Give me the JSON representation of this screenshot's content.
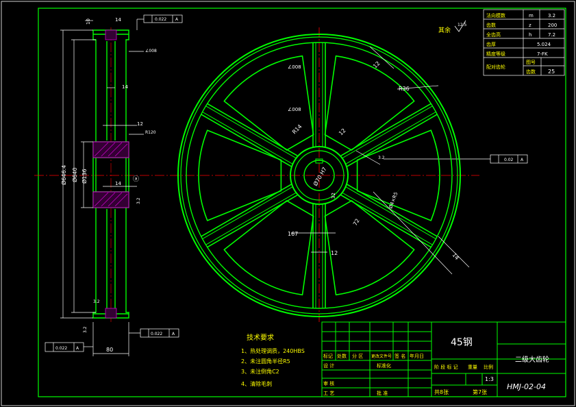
{
  "params": {
    "rows": [
      {
        "label": "法向模数",
        "sym": "m",
        "val": "3.2"
      },
      {
        "label": "齿数",
        "sym": "z",
        "val": "200"
      },
      {
        "label": "全齿高",
        "sym": "h",
        "val": "7.2"
      },
      {
        "label": "齿厚",
        "sym": "",
        "val": "5.024"
      },
      {
        "label": "精度等级",
        "sym": "",
        "val": "7-FK"
      }
    ],
    "mating_label": "配对齿轮",
    "drawing_no_label": "图号",
    "teeth_label": "齿数",
    "teeth_val": "25"
  },
  "surface": {
    "label": "其余",
    "value": "12.5"
  },
  "tech": {
    "title": "技术要求",
    "items": [
      "1、热处理调质，240HBS",
      "2、未注圆角半径R5",
      "3、未注倒角C2",
      "4、清除毛刺"
    ]
  },
  "title_block": {
    "material": "45钢",
    "part_name": "二级大齿轮",
    "drawing_no": "HMJ-02-04",
    "mark_h": "标记",
    "count_h": "处数",
    "zone_h": "分 区",
    "doc_h": "更改文件号",
    "sign_h": "签 名",
    "date_h": "年月日",
    "design": "设 计",
    "std": "标准化",
    "review": "审 核",
    "process": "工 艺",
    "approve": "批 准",
    "stage_h": "阶 段 标 记",
    "weight_h": "重量",
    "scale_h": "比例",
    "scale": "1:3",
    "total_sheets": "共8张",
    "sheet_no": "第7张"
  },
  "dims": {
    "d_tip": "Ø646.4",
    "d_root": "Ø640",
    "d_hub": "Ø136",
    "width": "80",
    "rim_t": "10",
    "groove": "14",
    "web": "14",
    "d12": "12",
    "hub14": "14",
    "r120": "R120",
    "r36": "R36",
    "r14": "R14",
    "s12a": "12",
    "s12b": "12",
    "s12c": "12",
    "s167": "167",
    "s32": "32",
    "s72": "72",
    "s4x": "Ø4×R5",
    "s14": "14",
    "bore": "Ø70 H7",
    "sp_a": "∠008",
    "sp_b": "∠008",
    "sp_c": "∠008",
    "ra32a": "3.2",
    "ra32b": "3.2",
    "ra32c": "3.2",
    "ra32d": "3.2"
  },
  "tolerances": {
    "top_val": "0.022",
    "top_ref": "A",
    "right_val": "0.02",
    "right_ref": "A",
    "bl_val": "0.022",
    "bl_ref": "A",
    "mid_val": "0.022",
    "mid_ref": "A"
  },
  "colors": {
    "outline": "#00ff00",
    "text": "#ffffff",
    "center": "#ff0000",
    "hatch": "#cc00cc",
    "dim": "#ffffff",
    "note": "#ffff00"
  }
}
